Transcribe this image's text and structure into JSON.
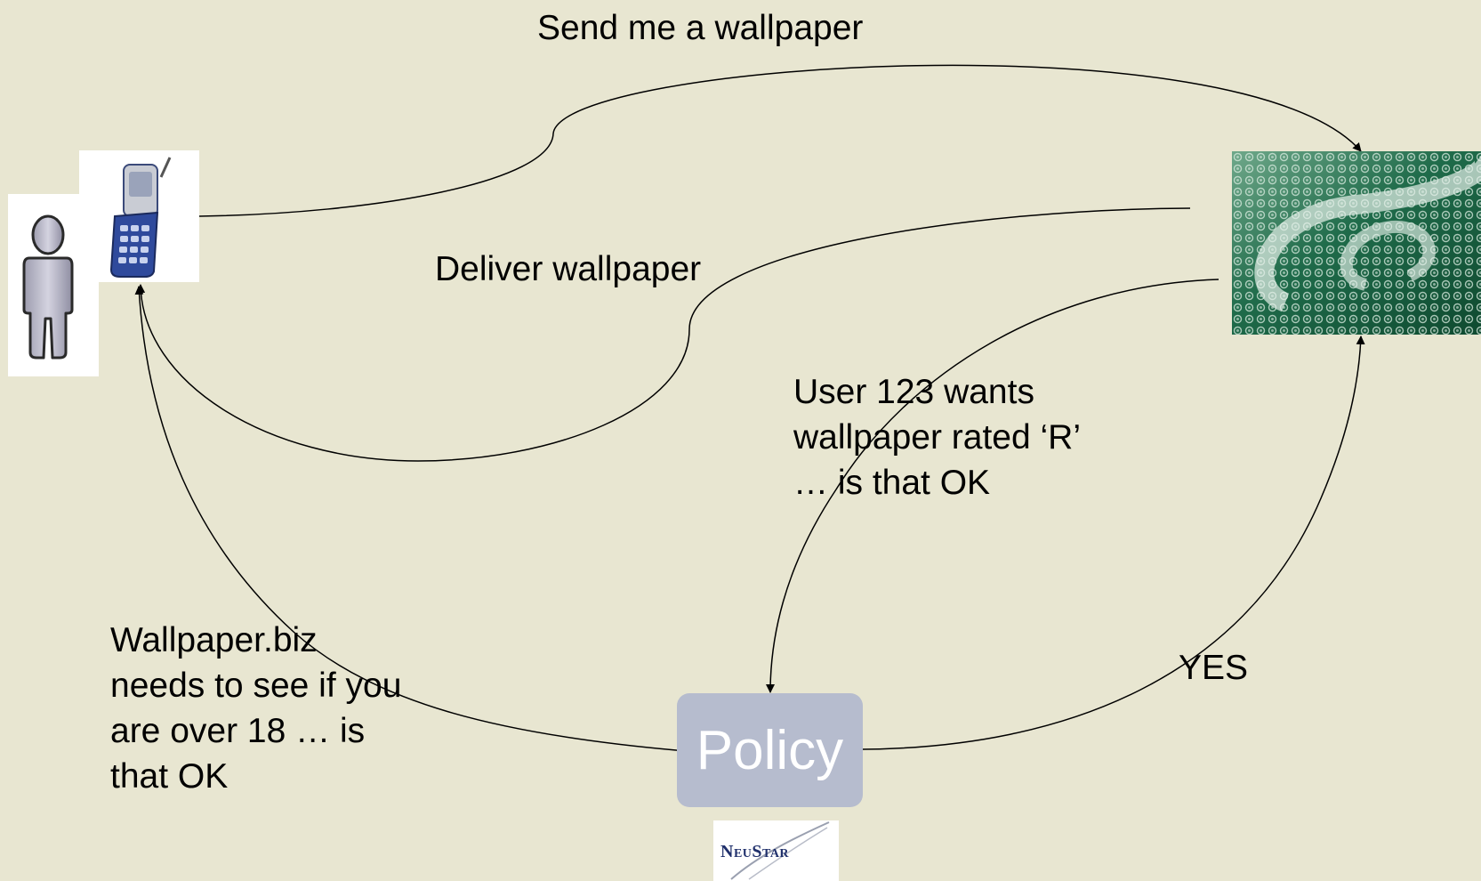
{
  "labels": {
    "send_request": "Send me a wallpaper",
    "deliver": "Deliver wallpaper",
    "policy_query": "User 123 wants\nwallpaper rated ‘R’\n… is that OK",
    "consent_prompt": "Wallpaper.biz\nneeds to see if you\nare over 18 … is\nthat OK",
    "approval": "YES"
  },
  "policy_box": {
    "label": "Policy"
  },
  "logo": {
    "text": "NeuStar"
  },
  "icons": {
    "user": "person-icon",
    "device": "mobile-phone-icon",
    "service": "wallpaper-provider-icon"
  },
  "colors": {
    "background": "#e8e6d1",
    "policy_fill": "#b6bcce",
    "policy_text": "#ffffff",
    "arrow": "#000000",
    "provider_green": "#1f6b4a",
    "logo_text": "#1f2f6b"
  }
}
